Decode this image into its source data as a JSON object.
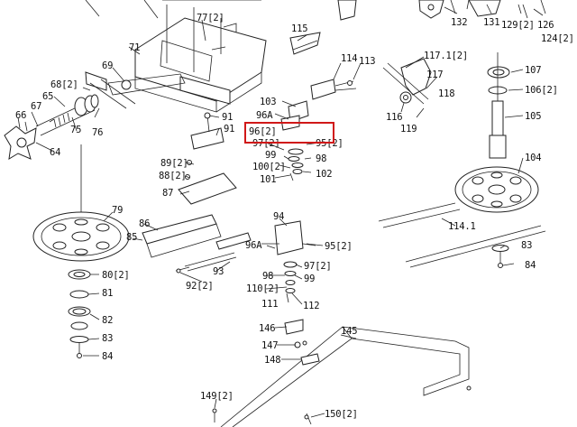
{
  "highlight_color": "#d01818",
  "labels": [
    "132",
    "131",
    "129[2]",
    "126",
    "124[2]",
    "77[2]",
    "71",
    "69",
    "68[2]",
    "65",
    "67",
    "66",
    "64",
    "75",
    "76",
    "115",
    "114",
    "113",
    "117.1[2]",
    "117",
    "118",
    "116",
    "119",
    "107",
    "106[2]",
    "105",
    "103",
    "96A",
    "91",
    "91",
    "96[2]",
    "95[2]",
    "97[2]",
    "99",
    "98",
    "100[2]",
    "102",
    "101",
    "89[2]",
    "88[2]",
    "87",
    "86",
    "85",
    "79",
    "80[2]",
    "81",
    "82",
    "83",
    "84",
    "94",
    "96A",
    "95[2]",
    "97[2]",
    "99",
    "98",
    "110[2]",
    "111",
    "112",
    "93",
    "92[2]",
    "104",
    "114.1",
    "83",
    "84",
    "145",
    "146",
    "147",
    "148",
    "149[2]",
    "150[2]"
  ]
}
